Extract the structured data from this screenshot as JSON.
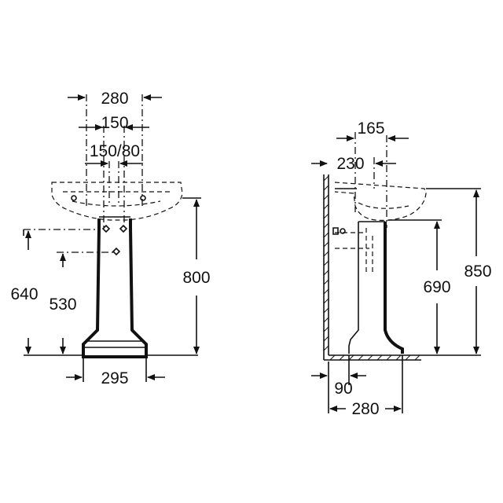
{
  "front_view": {
    "dimensions": {
      "overall_width": "280",
      "tap_centers": "150",
      "fixing_centers": "150/80",
      "supply_height": "640",
      "waste_height": "530",
      "basin_height": "800",
      "pedestal_base_width": "295"
    }
  },
  "side_view": {
    "dimensions": {
      "waste_offset": "165",
      "basin_depth_top": "230",
      "waste_outlet_height": "690",
      "overall_height": "850",
      "pedestal_wall_gap": "90",
      "base_depth": "280"
    }
  },
  "colors": {
    "line": "#111111",
    "background": "#ffffff"
  }
}
